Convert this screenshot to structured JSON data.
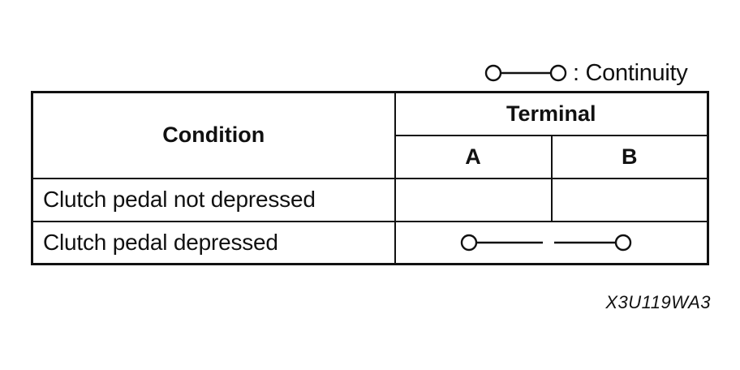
{
  "legend": {
    "icon": "continuity-symbol",
    "text": ": Continuity"
  },
  "table": {
    "condition_header": "Condition",
    "terminal_header": "Terminal",
    "terminal_columns": [
      "A",
      "B"
    ],
    "rows": [
      {
        "condition": "Clutch pedal not depressed",
        "continuity": false
      },
      {
        "condition": "Clutch pedal depressed",
        "continuity": true
      }
    ]
  },
  "figure_code": "X3U119WA3"
}
